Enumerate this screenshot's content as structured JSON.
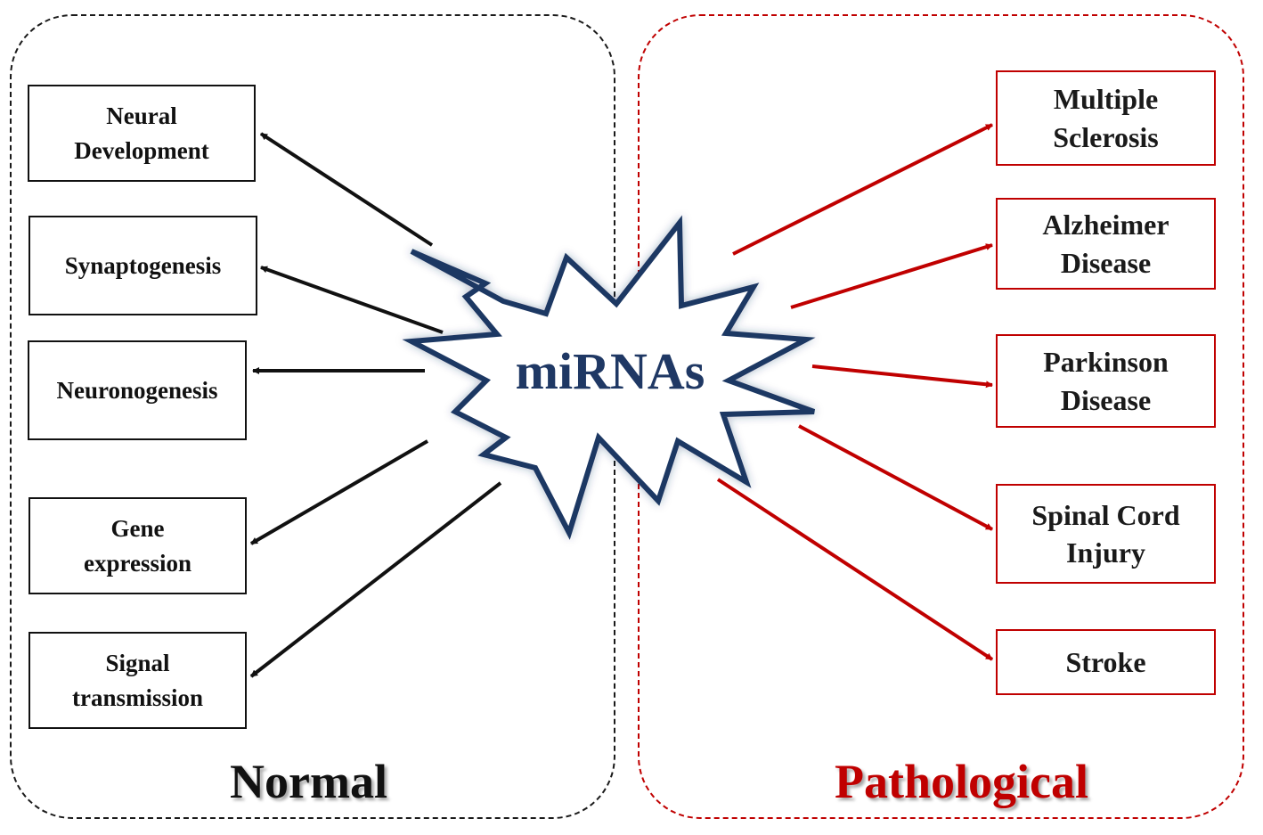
{
  "normal": {
    "title": "Normal",
    "items": [
      {
        "lines": [
          "Neural",
          "Development"
        ]
      },
      {
        "lines": [
          "Synaptogenesis"
        ]
      },
      {
        "lines": [
          "Neuronogenesis"
        ]
      },
      {
        "lines": [
          "Gene",
          "expression"
        ]
      },
      {
        "lines": [
          "Signal",
          "transmission"
        ]
      }
    ]
  },
  "pathological": {
    "title": "Pathological",
    "items": [
      {
        "lines": [
          "Multiple",
          "Sclerosis"
        ]
      },
      {
        "lines": [
          "Alzheimer",
          "Disease"
        ]
      },
      {
        "lines": [
          "Parkinson",
          "Disease"
        ]
      },
      {
        "lines": [
          "Spinal Cord",
          "Injury"
        ]
      },
      {
        "lines": [
          "Stroke"
        ]
      }
    ]
  },
  "center": {
    "label": "miRNAs"
  },
  "colors": {
    "normal": "#111111",
    "pathological": "#c00000",
    "center_text": "#1f3864",
    "star_stroke": "#1f3864"
  }
}
